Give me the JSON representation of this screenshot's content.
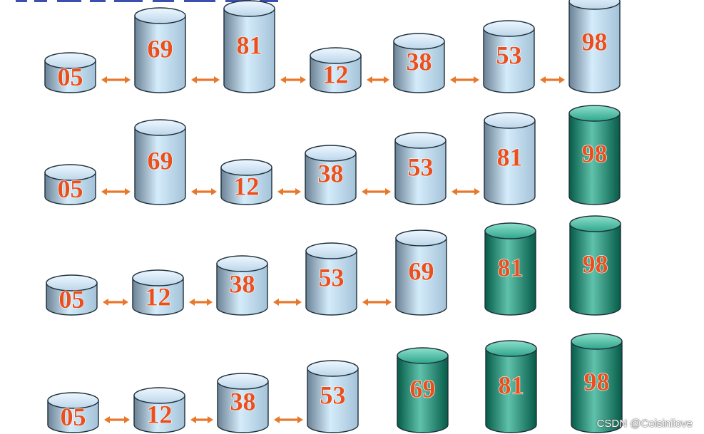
{
  "colors": {
    "unsorted_light": "#d4ecfa",
    "unsorted_mid": "#a4c2d8",
    "unsorted_dark": "#6b8296",
    "sorted_light": "#5fc2ab",
    "sorted_mid": "#0f8a70",
    "sorted_dark": "#055b47",
    "arrow": "#e8782a",
    "label": "#e8501f"
  },
  "rows": [
    {
      "cylinders": [
        {
          "value": "05",
          "sorted": false
        },
        {
          "value": "69",
          "sorted": false
        },
        {
          "value": "81",
          "sorted": false
        },
        {
          "value": "12",
          "sorted": false
        },
        {
          "value": "38",
          "sorted": false
        },
        {
          "value": "53",
          "sorted": false
        },
        {
          "value": "98",
          "sorted": false
        }
      ]
    },
    {
      "cylinders": [
        {
          "value": "05",
          "sorted": false
        },
        {
          "value": "69",
          "sorted": false
        },
        {
          "value": "12",
          "sorted": false
        },
        {
          "value": "38",
          "sorted": false
        },
        {
          "value": "53",
          "sorted": false
        },
        {
          "value": "81",
          "sorted": false
        },
        {
          "value": "98",
          "sorted": true
        }
      ]
    },
    {
      "cylinders": [
        {
          "value": "05",
          "sorted": false
        },
        {
          "value": "12",
          "sorted": false
        },
        {
          "value": "38",
          "sorted": false
        },
        {
          "value": "53",
          "sorted": false
        },
        {
          "value": "69",
          "sorted": false
        },
        {
          "value": "81",
          "sorted": true
        },
        {
          "value": "98",
          "sorted": true
        }
      ]
    },
    {
      "cylinders": [
        {
          "value": "05",
          "sorted": false
        },
        {
          "value": "12",
          "sorted": false
        },
        {
          "value": "38",
          "sorted": false
        },
        {
          "value": "53",
          "sorted": false
        },
        {
          "value": "69",
          "sorted": true
        },
        {
          "value": "81",
          "sorted": true
        },
        {
          "value": "98",
          "sorted": true
        }
      ]
    }
  ],
  "watermark": "CSDN @Coisinilove"
}
